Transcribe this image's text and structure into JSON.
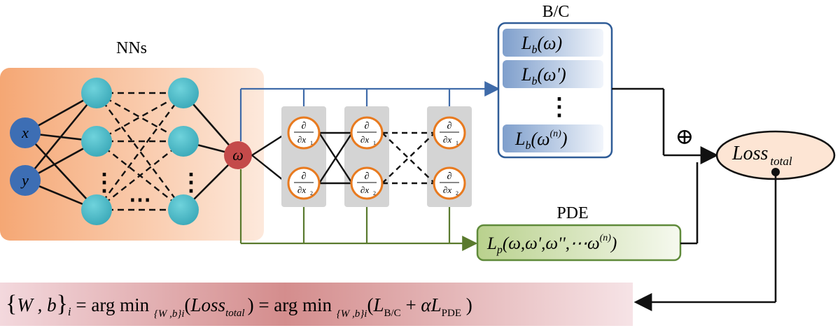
{
  "nns": {
    "title": "NNs",
    "input_x": "x",
    "input_y": "y",
    "output": "ω",
    "dots_vertical": "⋮",
    "dots_horizontal": "⋯"
  },
  "derivatives": {
    "numerator": "∂",
    "denominator_x1": "∂x",
    "sub_1": "1",
    "sub_2": "2"
  },
  "bc": {
    "title": "B/C",
    "items": [
      {
        "base": "L",
        "sub": "b",
        "arg": "(ω)"
      },
      {
        "base": "L",
        "sub": "b",
        "arg": "(ω')"
      },
      {
        "base": "⋮",
        "sub": "",
        "arg": ""
      },
      {
        "base": "L",
        "sub": "b",
        "arg": "(ω",
        "sup": "(n)",
        "close": ")"
      }
    ]
  },
  "pde": {
    "title": "PDE",
    "base": "L",
    "sub": "p",
    "arg": "(ω,ω',ω'',⋯ω",
    "sup": "(n)",
    "close": ")"
  },
  "loss": {
    "base": "Loss",
    "sub": "total",
    "plus": "⊕"
  },
  "equation": {
    "lbrace": "{",
    "wb": "W , b",
    "rbrace": "}",
    "sub_i": "i",
    "eq1": " = arg min ",
    "set_sub": "{W ,b}",
    "lparen": "(",
    "loss": "Loss",
    "loss_sub": "total",
    "rparen": ")",
    "eq2": " = arg min ",
    "L": "L",
    "sub_bc": "B/C",
    "plus": " + ",
    "alpha": "α",
    "sub_pde": "PDE",
    "close": " )"
  },
  "colors": {
    "nns_bg": "#f7b48c",
    "neuron": "#4fbac8",
    "input_node": "#3d6eb4",
    "omega_node": "#c44a4a",
    "blue_line": "#3f6ba9",
    "green_line": "#5a7a2e",
    "deriv_orange": "#e87a1f",
    "deriv_panel": "#d4d4d4",
    "bc_border": "#2f5c97",
    "pde_border": "#5f8a3a",
    "loss_fill": "#fde5d4",
    "eq_band": "#d98b8b"
  }
}
